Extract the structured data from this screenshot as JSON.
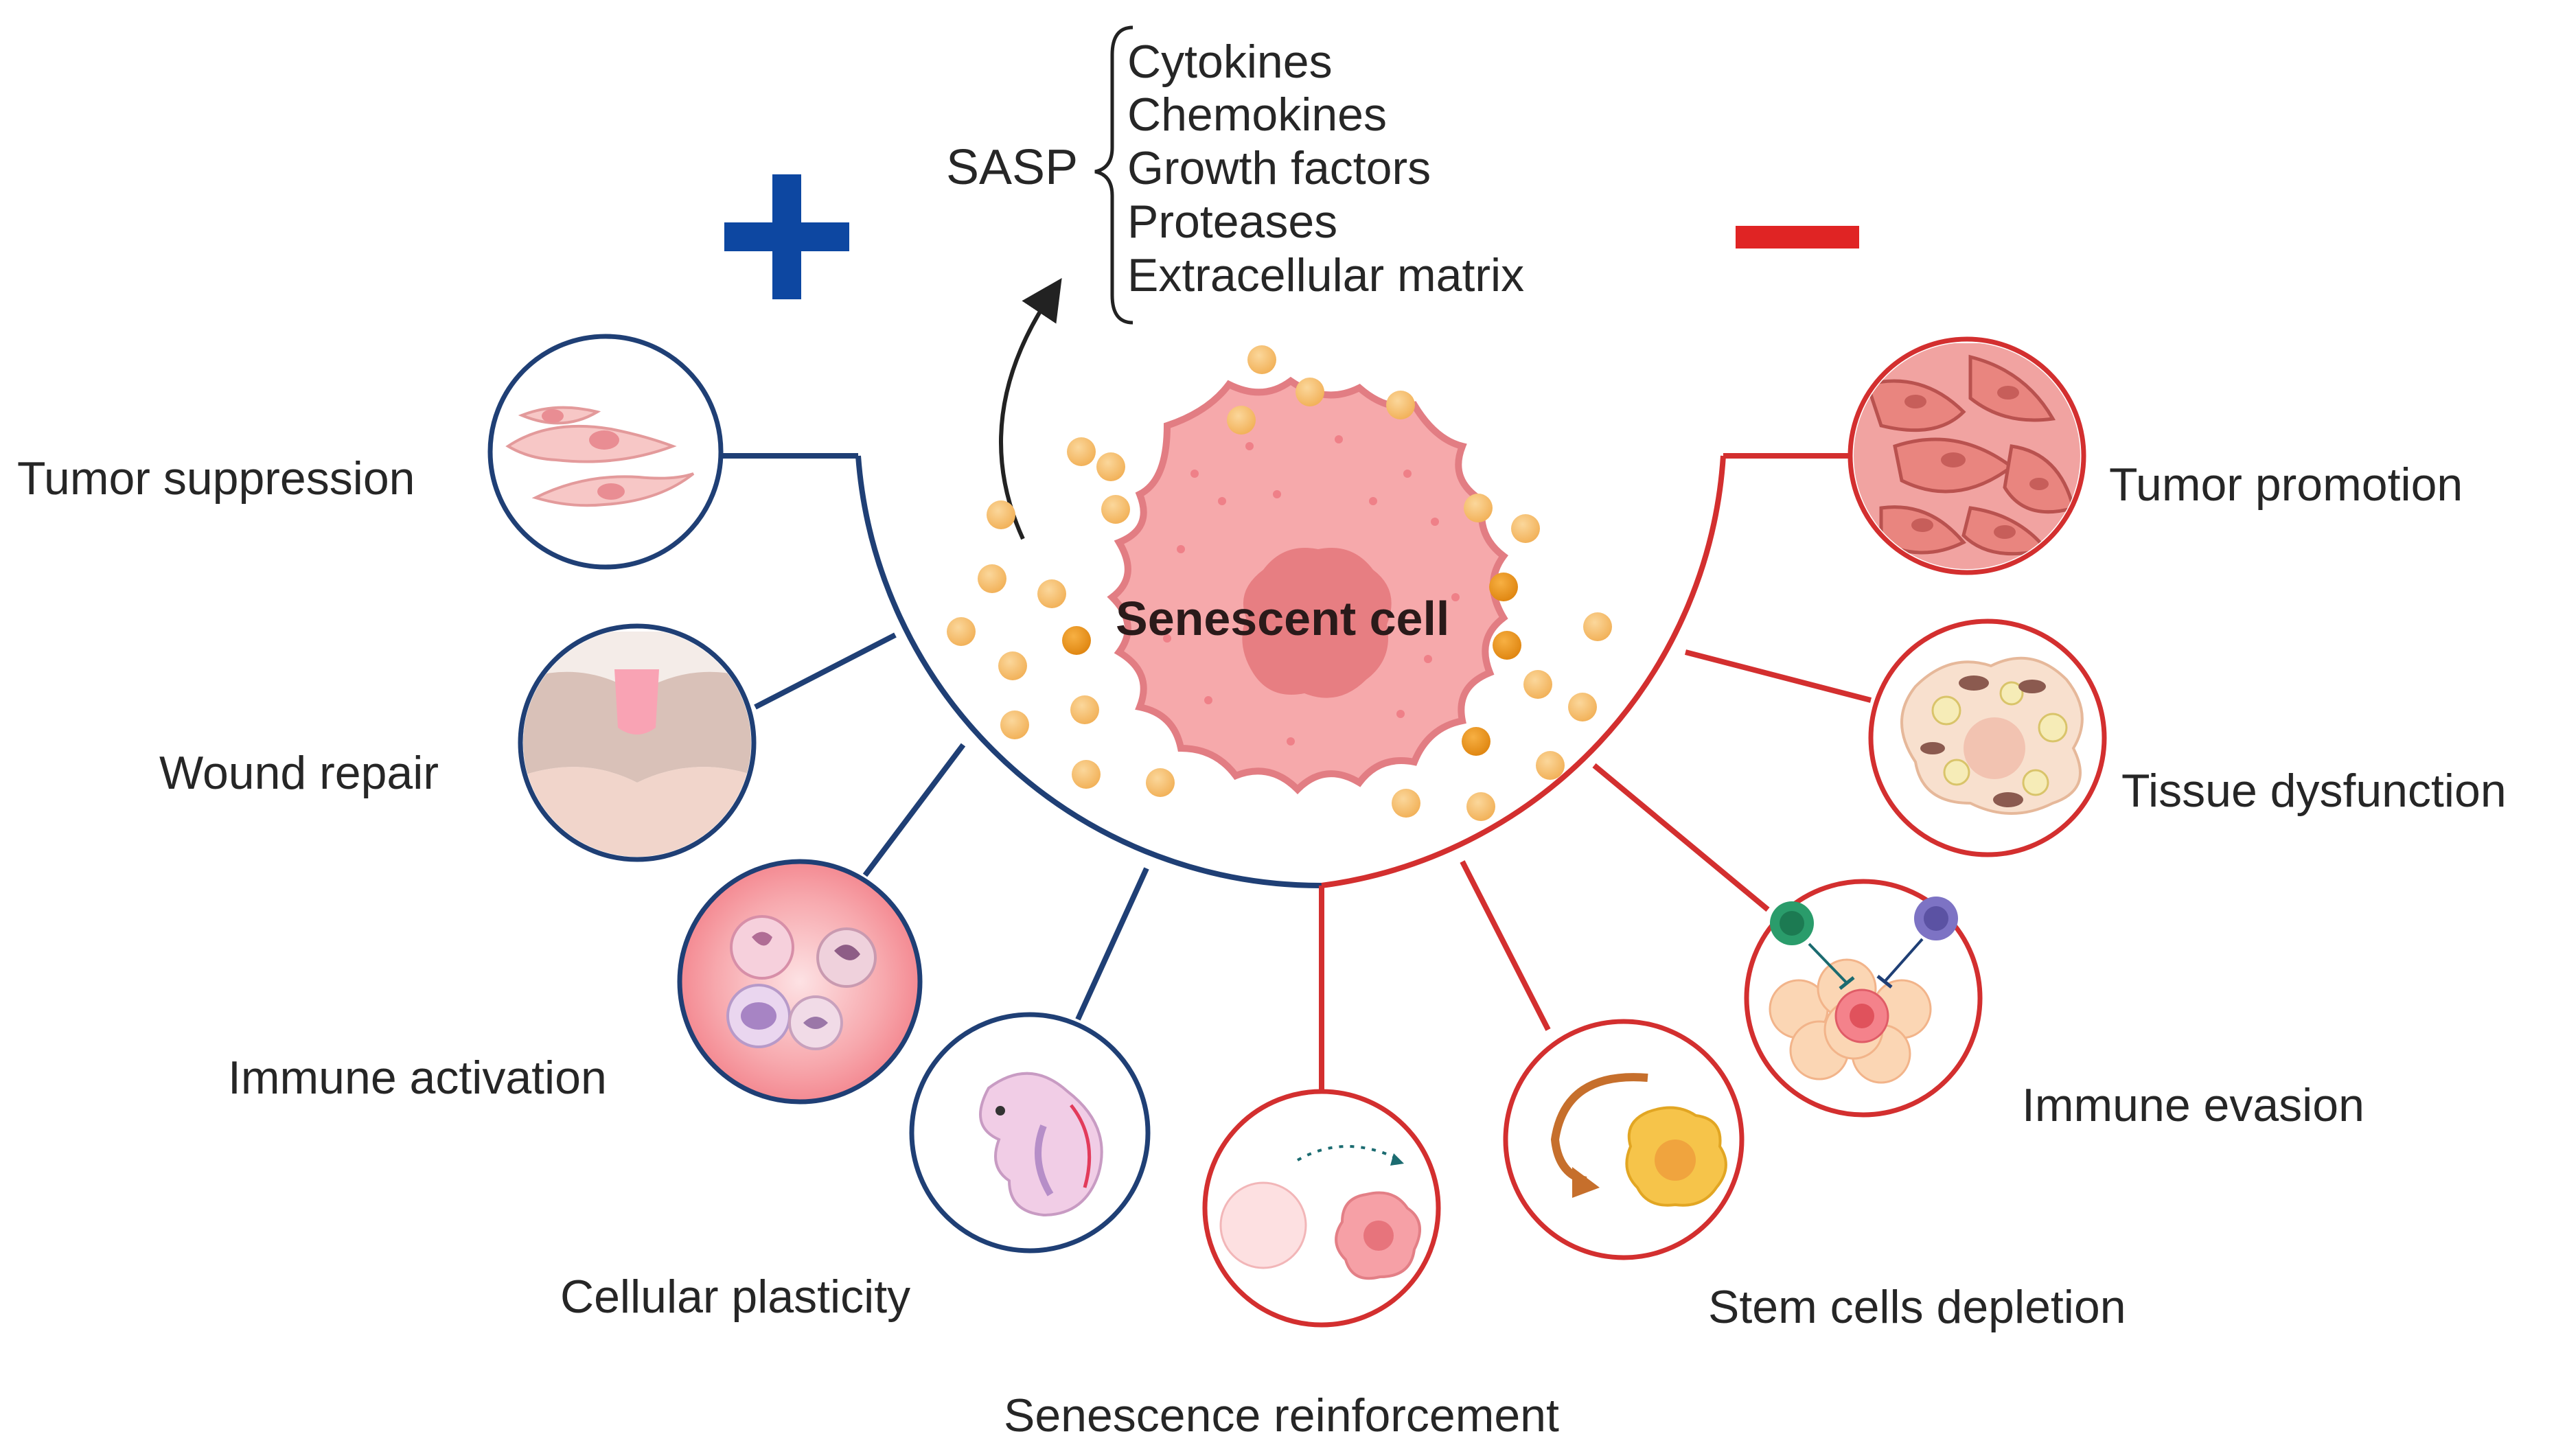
{
  "sasp": {
    "title": "SASP",
    "components": [
      "Cytokines",
      "Chemokines",
      "Growth factors",
      "Proteases",
      "Extracellular matrix"
    ]
  },
  "center_label": "Senescent cell",
  "beneficial": {
    "color": "#1f3f75",
    "sign_color": "#0d47a1",
    "effects": [
      "Tumor suppression",
      "Wound repair",
      "Immune activation",
      "Cellular plasticity"
    ]
  },
  "detrimental": {
    "color": "#d32f2f",
    "sign_color": "#e02424",
    "effects": [
      "Senescence reinforcement",
      "Stem cells depletion",
      "Immune evasion",
      "Tissue dysfunction",
      "Tumor promotion"
    ]
  }
}
